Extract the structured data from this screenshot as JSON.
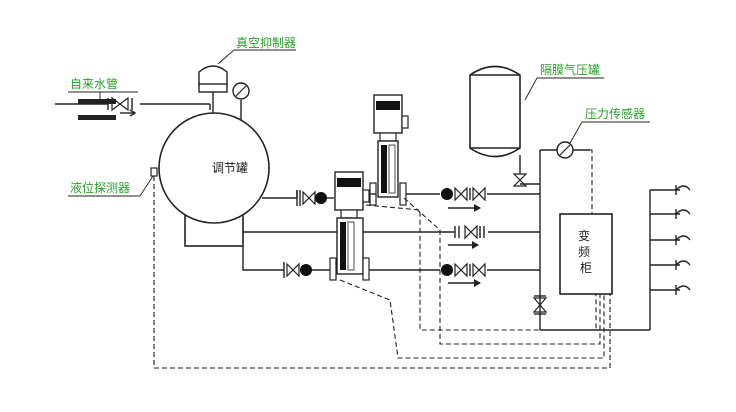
{
  "labels": {
    "tap_water": "自来水管",
    "vacuum_suppressor": "真空抑制器",
    "diaphragm_tank": "隔膜气压罐",
    "pressure_sensor": "压力传感器",
    "level_probe": "液位探测器",
    "regulating_tank": "调节罐",
    "vfd_cabinet": "变频柜"
  },
  "colors": {
    "label": "#2aa02a",
    "line": "#222222"
  }
}
